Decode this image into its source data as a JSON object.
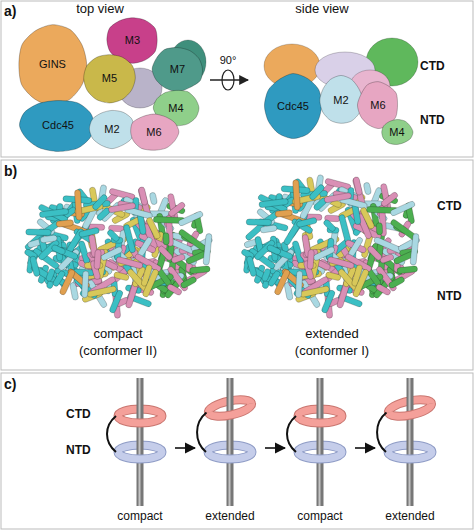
{
  "diagram": {
    "nodes": [
      {
        "text": [
          "GINS"
        ]
      },
      {
        "text": [
          "M3"
        ]
      },
      {
        "text": [
          "M5"
        ]
      },
      {
        "text": [
          "M7"
        ]
      },
      {
        "text": [
          "M4"
        ]
      },
      {
        "text": [
          "Cdc45"
        ]
      },
      {
        "text": [
          "M2"
        ]
      },
      {
        "text": [
          "M6"
        ]
      },
      {
        "text": [
          "Cdc45"
        ]
      },
      {
        "text": [
          "M2"
        ]
      },
      {
        "text": [
          "M6"
        ]
      },
      {
        "text": [
          "M4"
        ]
      },
      {
        "text": [
          "compact"
        ]
      },
      {
        "text": [
          "extended"
        ]
      },
      {
        "text": [
          "compact"
        ]
      },
      {
        "text": [
          "extended"
        ]
      }
    ],
    "edges": [
      {
        "from": 12,
        "to": 13,
        "arrow": "to"
      },
      {
        "from": 13,
        "to": 14,
        "arrow": "to"
      },
      {
        "from": 14,
        "to": 15,
        "arrow": "to"
      }
    ],
    "labels": [
      "a)",
      "top view",
      "side view",
      "90°",
      "CTD",
      "NTD",
      "b)",
      "CTD",
      "NTD",
      "compact",
      "(conformer II)",
      "extended",
      "(conformer I)",
      "c)",
      "CTD",
      "NTD"
    ]
  }
}
